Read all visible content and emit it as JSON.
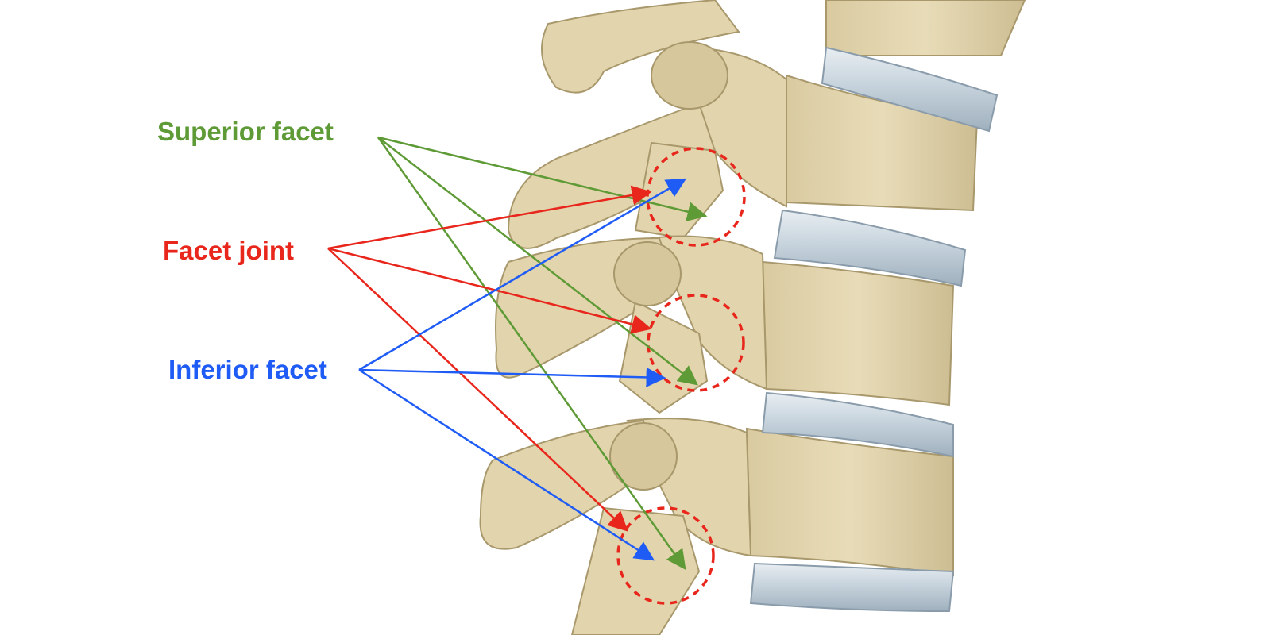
{
  "labels": {
    "superior_facet": "Superior facet",
    "facet_joint": "Facet joint",
    "inferior_facet": "Inferior facet"
  },
  "colors": {
    "superior": "#5e9a35",
    "joint": "#e8261c",
    "inferior": "#1f5cf5",
    "bone": "#e3d6b0",
    "bone_shadow": "#b9a97e",
    "disc": "#c9d6df"
  }
}
